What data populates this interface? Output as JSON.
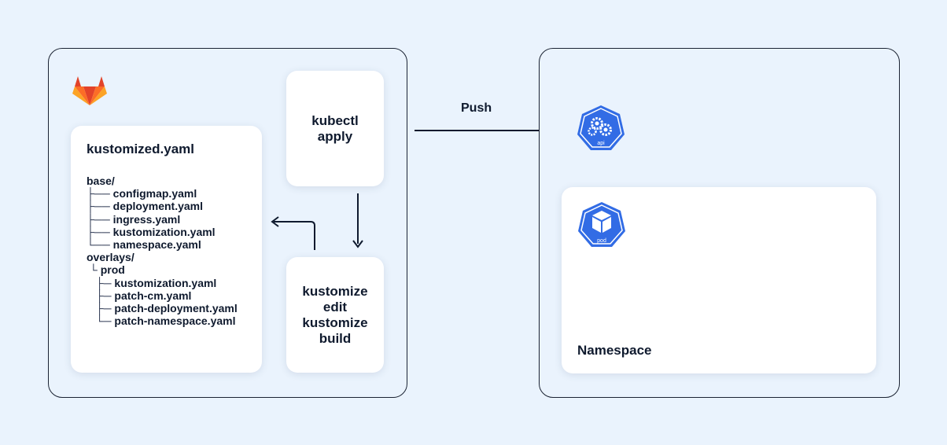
{
  "push_label": "Push",
  "file_card": {
    "title": "kustomized.yaml",
    "lines": [
      {
        "prefix": "",
        "text": "base/"
      },
      {
        "prefix": "├── ",
        "text": "configmap.yaml"
      },
      {
        "prefix": "├── ",
        "text": "deployment.yaml"
      },
      {
        "prefix": "├── ",
        "text": "ingress.yaml"
      },
      {
        "prefix": "├── ",
        "text": "kustomization.yaml"
      },
      {
        "prefix": "└── ",
        "text": "namespace.yaml"
      },
      {
        "prefix": "",
        "text": "overlays/"
      },
      {
        "prefix": " └ ",
        "text": "prod"
      },
      {
        "prefix": "   ├─ ",
        "text": "kustomization.yaml"
      },
      {
        "prefix": "   ├─ ",
        "text": "patch-cm.yaml"
      },
      {
        "prefix": "   ├─ ",
        "text": "patch-deployment.yaml"
      },
      {
        "prefix": "   └─ ",
        "text": "patch-namespace.yaml"
      }
    ]
  },
  "kubectl_card": {
    "line1": "kubectl",
    "line2": "apply"
  },
  "kustomize_card": {
    "line1": "kustomize",
    "line2": "edit",
    "line3": "kustomize",
    "line4": "build"
  },
  "namespace_card": {
    "label": "Namespace"
  },
  "icons": {
    "gitlab": "gitlab-logo",
    "api": "kubernetes-api-icon",
    "api_caption": "api",
    "pod": "kubernetes-pod-icon",
    "pod_caption": "pod"
  },
  "colors": {
    "background": "#eaf3fd",
    "k8s_blue": "#326ce5",
    "gitlab_orange": "#fc6d26",
    "gitlab_red": "#e24329",
    "gitlab_yellow": "#fca326"
  }
}
